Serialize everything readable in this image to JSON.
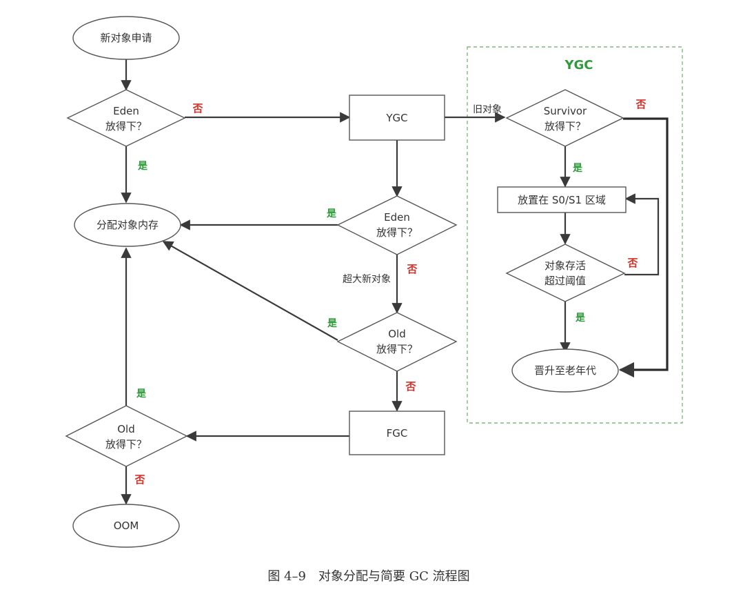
{
  "nodes": {
    "new_object": "新对象申请",
    "eden_check_1": [
      "Eden",
      "放得下？"
    ],
    "ygc": "YGC",
    "survivor_check": [
      "Survivor",
      "放得下？"
    ],
    "allocate_memory": "分配对象内存",
    "eden_check_2": [
      "Eden",
      "放得下？"
    ],
    "place_s0_s1": "放置在 S0/S1 区域",
    "age_check": [
      "对象存活",
      "超过阈值"
    ],
    "old_check_1": [
      "Old",
      "放得下？"
    ],
    "promote_old": "晋升至老年代",
    "fgc": "FGC",
    "old_check_2": [
      "Old",
      "放得下？"
    ],
    "oom": "OOM"
  },
  "edge_labels": {
    "yes": "是",
    "no": "否",
    "old_object": "旧对象",
    "huge_object": "超大新对象"
  },
  "region": {
    "title": "YGC"
  },
  "caption": "图 4–9　对象分配与简要 GC 流程图",
  "colors": {
    "yes": "#2e9a3a",
    "no": "#d6302a",
    "region_border": "#7fb97a"
  }
}
